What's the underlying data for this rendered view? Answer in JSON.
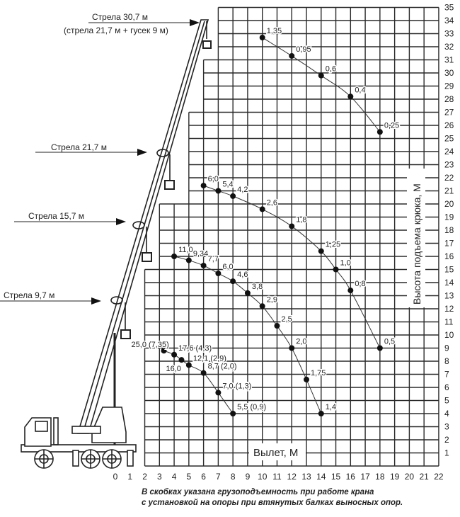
{
  "chart_data": {
    "type": "line",
    "xlabel": "Вылет, М",
    "ylabel": "Высота подъема крюка, М",
    "xlim": [
      0,
      22
    ],
    "ylim": [
      0,
      35
    ],
    "x_ticks": [
      0,
      1,
      2,
      3,
      4,
      5,
      6,
      7,
      8,
      9,
      10,
      11,
      12,
      13,
      14,
      15,
      16,
      17,
      18,
      19,
      20,
      21,
      22
    ],
    "y_ticks": [
      1,
      2,
      3,
      4,
      5,
      6,
      7,
      8,
      9,
      10,
      11,
      12,
      13,
      14,
      15,
      16,
      17,
      18,
      19,
      20,
      21,
      22,
      23,
      24,
      25,
      26,
      27,
      28,
      29,
      30,
      31,
      32,
      33,
      34,
      35
    ],
    "grid": true,
    "series": [
      {
        "name": "Стрела 30,7 м",
        "name2": "(стрела 21,7 м + гусек 9 м)",
        "points": [
          {
            "x": 10,
            "y": 32.7,
            "label": "1,35"
          },
          {
            "x": 12,
            "y": 31.3,
            "label": "0,95"
          },
          {
            "x": 14,
            "y": 29.8,
            "label": "0,6"
          },
          {
            "x": 16,
            "y": 28.2,
            "label": "0,4"
          },
          {
            "x": 18,
            "y": 25.5,
            "label": "0,25"
          }
        ]
      },
      {
        "name": "Стрела 21,7 м",
        "points": [
          {
            "x": 6,
            "y": 21.4,
            "label": "6,0"
          },
          {
            "x": 7,
            "y": 21.0,
            "label": "5,4"
          },
          {
            "x": 8,
            "y": 20.6,
            "label": "4,2"
          },
          {
            "x": 10,
            "y": 19.6,
            "label": "2,6"
          },
          {
            "x": 12,
            "y": 18.3,
            "label": "1,8"
          },
          {
            "x": 14,
            "y": 16.4,
            "label": "1,25"
          },
          {
            "x": 15,
            "y": 15.0,
            "label": "1,0"
          },
          {
            "x": 16,
            "y": 13.4,
            "label": "0,8"
          },
          {
            "x": 18,
            "y": 9.0,
            "label": "0,5"
          }
        ]
      },
      {
        "name": "Стрела 15,7 м",
        "points": [
          {
            "x": 4,
            "y": 16.0,
            "label": "11,0"
          },
          {
            "x": 5,
            "y": 15.7,
            "label": "9,34"
          },
          {
            "x": 6,
            "y": 15.3,
            "label": "7,7"
          },
          {
            "x": 7,
            "y": 14.7,
            "label": "6,0"
          },
          {
            "x": 8,
            "y": 14.1,
            "label": "4,6"
          },
          {
            "x": 9,
            "y": 13.2,
            "label": "3,8"
          },
          {
            "x": 10,
            "y": 12.2,
            "label": "2,9"
          },
          {
            "x": 11,
            "y": 10.7,
            "label": "2,5"
          },
          {
            "x": 12,
            "y": 9.0,
            "label": "2,0"
          },
          {
            "x": 13,
            "y": 6.6,
            "label": "1,75"
          },
          {
            "x": 14,
            "y": 4.0,
            "label": "1,4"
          }
        ]
      },
      {
        "name": "Стрела 9,7 м",
        "points": [
          {
            "x": 3.3,
            "y": 8.8,
            "label": "25,0 (7,35)"
          },
          {
            "x": 4.0,
            "y": 8.5,
            "label": "17,6 (4,3)"
          },
          {
            "x": 4.5,
            "y": 8.1,
            "label": "16,0"
          },
          {
            "x": 5.0,
            "y": 7.7,
            "label": "12,1 (2,9)"
          },
          {
            "x": 6.0,
            "y": 7.1,
            "label": "8,7 (2,0)"
          },
          {
            "x": 7.0,
            "y": 5.6,
            "label": "7,0 (1,3)"
          },
          {
            "x": 8.0,
            "y": 4.0,
            "label": "5,5 (0,9)"
          }
        ]
      }
    ],
    "footnote": [
      "В скобках указана грузоподъемность при работе крана",
      "с установкой на опоры при втянутых балках выносных опор."
    ]
  }
}
